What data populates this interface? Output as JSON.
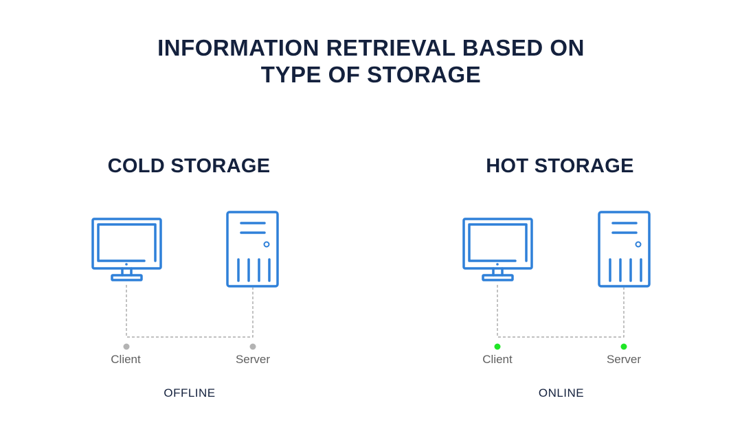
{
  "title": {
    "line1": "INFORMATION RETRIEVAL BASED ON",
    "line2": "TYPE OF STORAGE"
  },
  "cold": {
    "heading": "COLD STORAGE",
    "client_label": "Client",
    "server_label": "Server",
    "status": "OFFLINE",
    "dot_color": "#b3b3b3"
  },
  "hot": {
    "heading": "HOT STORAGE",
    "client_label": "Client",
    "server_label": "Server",
    "status": "ONLINE",
    "dot_color": "#1fe626"
  },
  "colors": {
    "icon": "#2f80d9",
    "connector": "#9a9a9a",
    "text_dark": "#14213d",
    "text_muted": "#5f5f5f"
  },
  "icons": {
    "client": "monitor-icon",
    "server": "server-tower-icon"
  }
}
